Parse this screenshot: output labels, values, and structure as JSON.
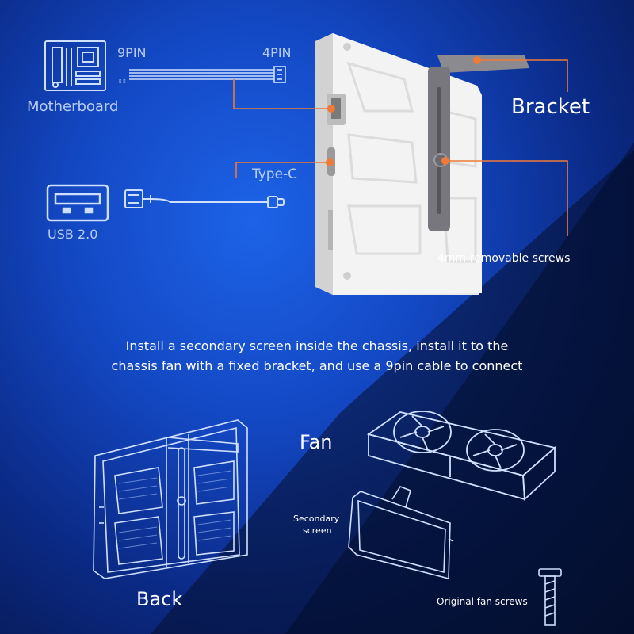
{
  "labels": {
    "pin9": "9PIN",
    "pin4": "4PIN",
    "motherboard": "Motherboard",
    "bracket": "Bracket",
    "type_c": "Type-C",
    "usb": "USB 2.0",
    "screws": "4mm removable screws",
    "caption_line1": "Install a secondary screen inside the chassis, install it to the",
    "caption_line2": "chassis fan with a fixed bracket, and use a 9pin cable to connect",
    "fan": "Fan",
    "secondary_line1": "Secondary",
    "secondary_line2": "screen",
    "back": "Back",
    "fan_screws": "Original fan screws"
  },
  "colors": {
    "accent": "#f07a38",
    "line_art": "#cfe0ff",
    "device_white": "#f1f1f1"
  },
  "icons": [
    "motherboard-icon",
    "usb-port-icon",
    "type-c-cable-icon",
    "screw-icon",
    "fan-icon"
  ]
}
